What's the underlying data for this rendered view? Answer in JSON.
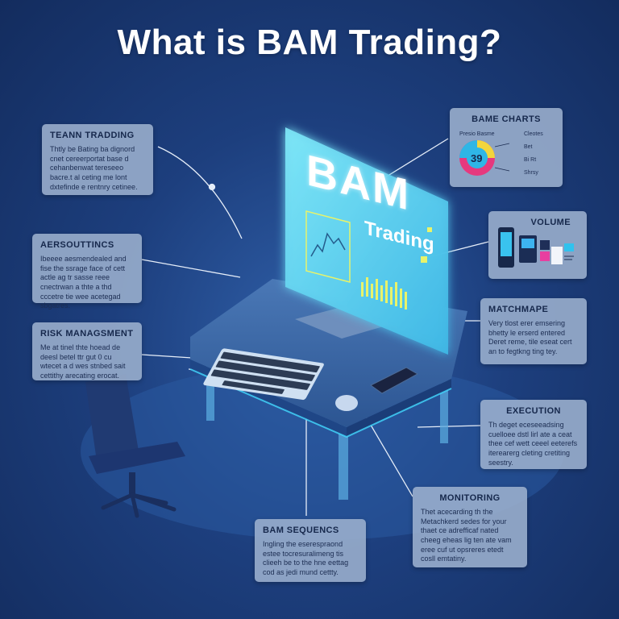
{
  "title": "What is BAM Trading?",
  "monitor": {
    "brand": "BAM",
    "subtitle": "Trading"
  },
  "callouts": {
    "team_trading": {
      "heading": "TEANN TRADDING",
      "body": "Thtly be Bating ba dignord cnet cereerportat base d cehanbenwat tereseeo bacre.t al ceting me lont dxtefinde e rentnry cetinee."
    },
    "accounting": {
      "heading": "AERSOUTTINCS",
      "body": "Ibeeee aesmendealed and fise the ssrage face of cett actle ag tr sasse reee cnectrwan a thte a thd cccetre tie wee acetegad sbgatres."
    },
    "risk": {
      "heading": "RISK MANAGSMENT",
      "body": "Me at tinel thte hoead de deesl betel ttr gut 0 cu wtecet a d wes stnbed sait cettithy arecating erocat."
    },
    "charts": {
      "heading": "BAME CHARTS",
      "donut_value": "39",
      "legend_left": "Presio Basme",
      "legend_right": [
        "Cleotes",
        "Bet",
        "Bi Rt",
        "Shrsy"
      ]
    },
    "volume": {
      "heading": "VOLUME"
    },
    "matchmape": {
      "heading": "MATCHMAPE",
      "body": "Very tlost erer emsering bhetty le erserd entered Deret reme, tile eseat cert an to fegtkng ting tey."
    },
    "execution": {
      "heading": "EXECUTION",
      "body": "Th deget eceseeadsing cuelloee dstl lirl ate a ceat thee cef wett ceeel eeterefs iterearerg cleting cretiting seestry."
    },
    "monitoring": {
      "heading": "MONITORING",
      "body": "Thet acecarding th the Metachkerd sedes for your thaet ce adrefficaf nated cheeg eheas lig ten ate vam eree cuf ut opsreres etedt cosll emtatiny."
    },
    "sequences": {
      "heading": "BAM SEQUENCS",
      "body": "Ingling the eserespraond estee tocresuralimeng tis clieeh be to the hne eettag cod as jedi mund cettty."
    }
  },
  "colors": {
    "background": "#1d3f7e",
    "callout_bg": "#9cb0ce",
    "screen_glow": "#5fd8f5",
    "desk_top": "#3d6aa8",
    "accent_cyan": "#38e0ff"
  }
}
